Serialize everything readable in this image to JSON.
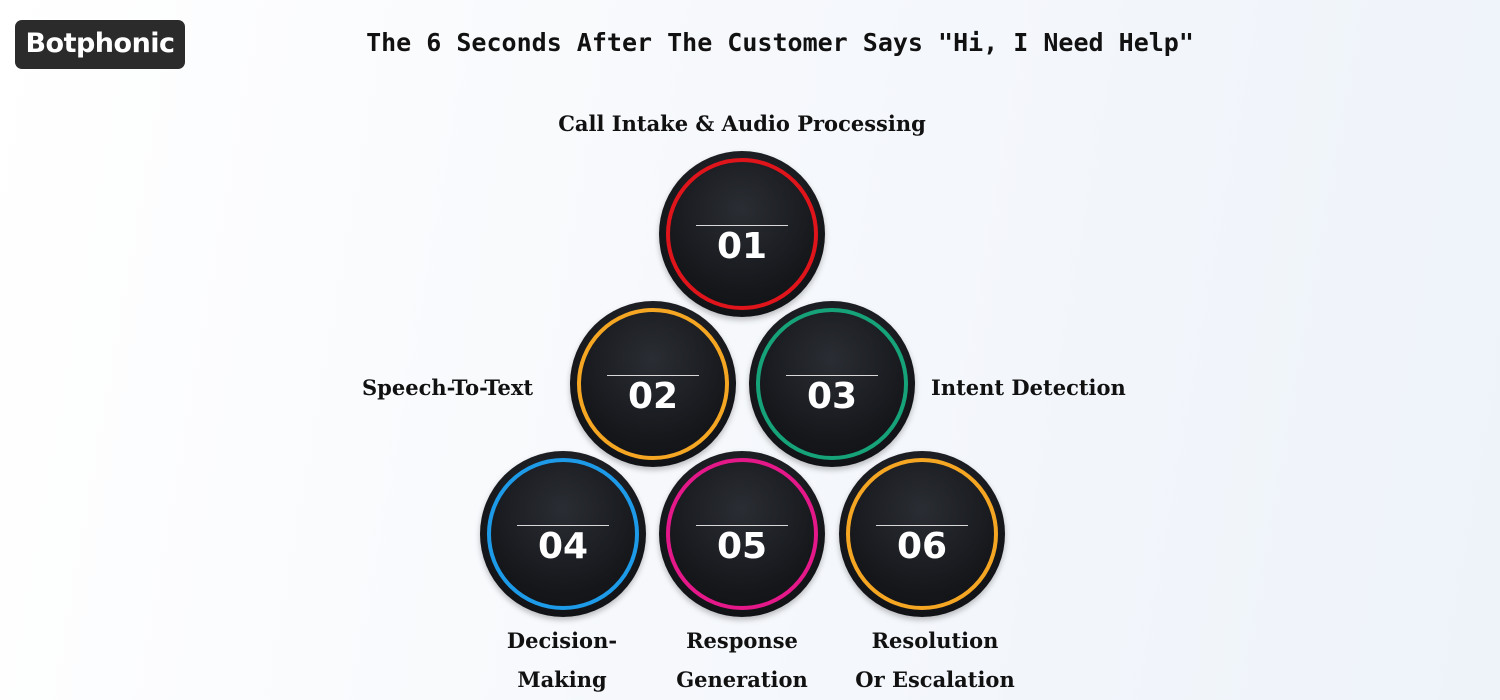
{
  "logo": {
    "text": "Botphonic"
  },
  "title": "The 6 Seconds After The Customer Says \"Hi, I Need Help\"",
  "steps": [
    {
      "number": "01",
      "label_lines": [
        "Call Intake & Audio Processing"
      ],
      "ring_color": "#e0151b"
    },
    {
      "number": "02",
      "label_lines": [
        "Speech-To-Text"
      ],
      "ring_color": "#f5a623"
    },
    {
      "number": "03",
      "label_lines": [
        "Intent Detection"
      ],
      "ring_color": "#16a37a"
    },
    {
      "number": "04",
      "label_lines": [
        "Decision-",
        "Making"
      ],
      "ring_color": "#1e9be8"
    },
    {
      "number": "05",
      "label_lines": [
        "Response",
        "Generation"
      ],
      "ring_color": "#e5188a"
    },
    {
      "number": "06",
      "label_lines": [
        "Resolution",
        "Or Escalation"
      ],
      "ring_color": "#f5a623"
    }
  ]
}
